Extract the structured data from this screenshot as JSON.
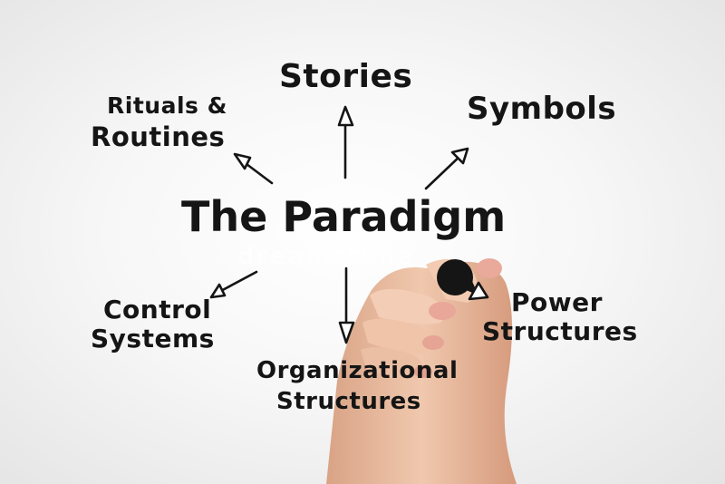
{
  "diagram": {
    "center": "The Paradigm",
    "nodes": {
      "stories": "Stories",
      "symbols": "Symbols",
      "rituals": [
        "Rituals &",
        "Routines"
      ],
      "control": [
        "Control",
        "Systems"
      ],
      "organizational": [
        "Organizational",
        "Structures"
      ],
      "power": [
        "Power",
        "Structures"
      ]
    },
    "watermark": "dreamstime"
  },
  "colors": {
    "ink": "#151515",
    "background": "#f4f4f4",
    "skin": "#e7b79c",
    "marker": "#151515"
  },
  "icons": {
    "hand": "hand-holding-marker"
  }
}
